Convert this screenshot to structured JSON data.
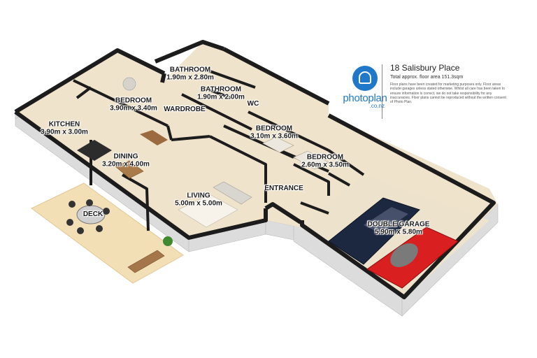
{
  "property": {
    "address": "18 Salisbury Place",
    "floor_area": "Total approx. floor area 151.3sqm",
    "disclaimer": "Floor plans have been created for marketing purposes only. Floor areas include garages unless stated otherwise. Whilst all care has been taken to ensure information is correct, we do not take responsibility for any inaccuracies. Floor plans cannot be reproduced without the written consent of Photo Plan."
  },
  "brand": {
    "name": "photoplan",
    "domain": ".co.nz",
    "color": "#1f78c8"
  },
  "rooms": {
    "bathroom1": {
      "name": "BATHROOM",
      "dims": "1.90m x 2.80m"
    },
    "bathroom2": {
      "name": "BATHROOM",
      "dims": "1.90m x 2.00m"
    },
    "bedroom1": {
      "name": "BEDROOM",
      "dims": "3.90m x 3.40m"
    },
    "wardrobe": {
      "name": "WARDROBE"
    },
    "wc": {
      "name": "WC"
    },
    "kitchen": {
      "name": "KITCHEN",
      "dims": "3.90m x 3.00m"
    },
    "bedroom2": {
      "name": "BEDROOM",
      "dims": "3.10m x 3.60m"
    },
    "bedroom3": {
      "name": "BEDROOM",
      "dims": "2.60m x 3.50m"
    },
    "dining": {
      "name": "DINING",
      "dims": "3.20m x 4.00m"
    },
    "entrance": {
      "name": "ENTRANCE"
    },
    "living": {
      "name": "LIVING",
      "dims": "5.00m x 5.00m"
    },
    "deck": {
      "name": "DECK"
    },
    "garage": {
      "name": "DOUBLE GARAGE",
      "dims": "5.90m x 5.80m"
    }
  },
  "colors": {
    "floor": "#efe3cb",
    "wall_top": "#1c1c1c",
    "wall_face": "#d8d8d8",
    "deck": "#f3dfb6",
    "car_red": "#d91f1f",
    "car_navy": "#1c2740"
  }
}
